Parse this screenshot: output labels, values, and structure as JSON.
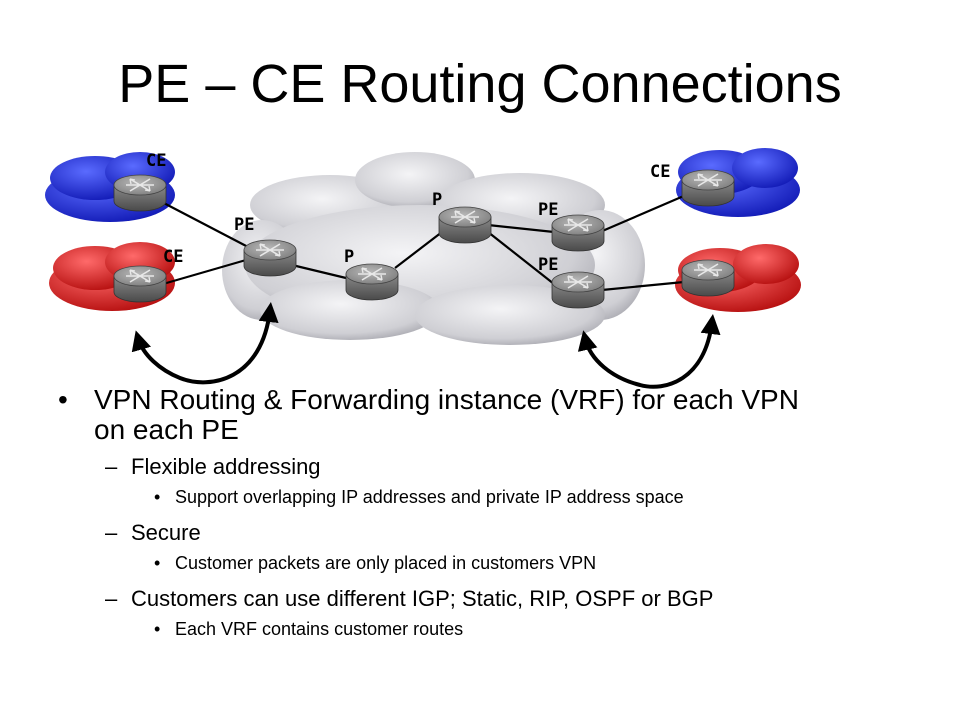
{
  "title": "PE – CE  Routing Connections",
  "diagram": {
    "labels": {
      "ce_top_left": "CE",
      "ce_bottom_left": "CE",
      "pe_left": "PE",
      "p_middle": "P",
      "p_top": "P",
      "pe_top_right": "PE",
      "pe_bottom_right": "PE",
      "ce_top_right": "CE"
    },
    "colors": {
      "provider_cloud": "#c8c8cc",
      "vpn_blue": "#1f2fd6",
      "vpn_red": "#d81818",
      "router_body": "#7a7a7a",
      "link": "#000000"
    },
    "icons": {
      "router": "router-icon",
      "arrow": "curved-arrow-icon"
    }
  },
  "bullets": [
    {
      "level": 1,
      "marker": "•",
      "text": "VPN Routing & Forwarding instance (VRF) for each VPN on each PE"
    },
    {
      "level": 2,
      "marker": "–",
      "text": "Flexible addressing"
    },
    {
      "level": 3,
      "marker": "•",
      "text": "Support overlapping IP addresses and private IP address space"
    },
    {
      "level": 2,
      "marker": "–",
      "text": "Secure"
    },
    {
      "level": 3,
      "marker": "•",
      "text": "Customer packets are only placed in customers VPN"
    },
    {
      "level": 2,
      "marker": "–",
      "text": "Customers can use different IGP; Static, RIP, OSPF or BGP"
    },
    {
      "level": 3,
      "marker": "•",
      "text": "Each VRF contains customer routes"
    }
  ]
}
